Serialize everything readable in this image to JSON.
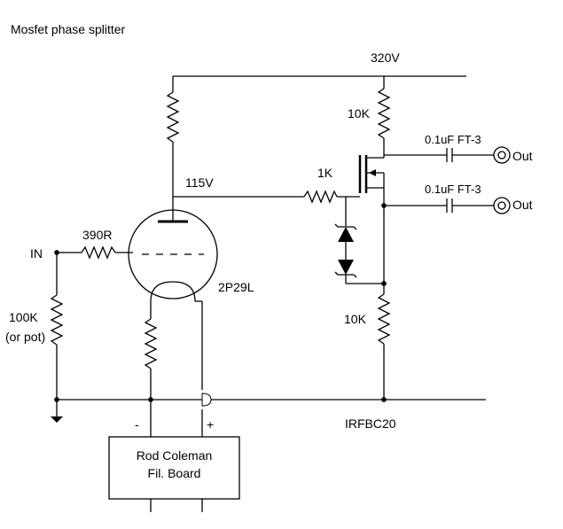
{
  "title": "Mosfet phase splitter",
  "labels": {
    "supply": "320V",
    "r_drain": "10K",
    "r_source": "10K",
    "r_gate": "1K",
    "plate_voltage": "115V",
    "r_grid": "390R",
    "input": "IN",
    "r_input": "100K",
    "r_input_note": "(or pot)",
    "tube": "2P29L",
    "cap_top": "0.1uF FT-3",
    "cap_bottom": "0.1uF FT-3",
    "out_top": "Out",
    "out_bottom": "Out",
    "mosfet": "IRFBC20",
    "fil_minus": "-",
    "fil_plus": "+",
    "fil_board_line1": "Rod Coleman",
    "fil_board_line2": "Fil. Board"
  }
}
